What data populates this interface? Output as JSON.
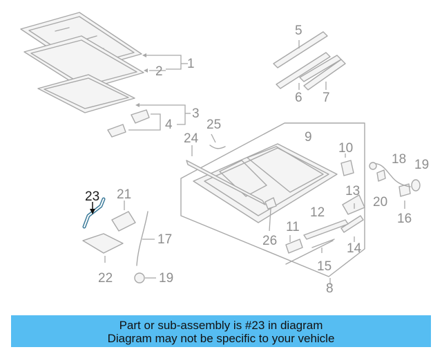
{
  "diagram": {
    "highlight_part": "23",
    "highlight_color": "#3a7a99",
    "part_numbers": {
      "p1": "1",
      "p2": "2",
      "p3": "3",
      "p4": "4",
      "p5": "5",
      "p6": "6",
      "p7": "7",
      "p8": "8",
      "p9": "9",
      "p10": "10",
      "p11": "11",
      "p12": "12",
      "p13": "13",
      "p14": "14",
      "p15": "15",
      "p16": "16",
      "p17": "17",
      "p18": "18",
      "p19a": "19",
      "p19b": "19",
      "p20": "20",
      "p21": "21",
      "p22": "22",
      "p23": "23",
      "p24": "24",
      "p25": "25",
      "p26": "26"
    }
  },
  "banner": {
    "line1": "Part or sub-assembly is #23 in diagram",
    "line2": "Diagram may not be specific to your vehicle",
    "color": "#56bdf2"
  }
}
